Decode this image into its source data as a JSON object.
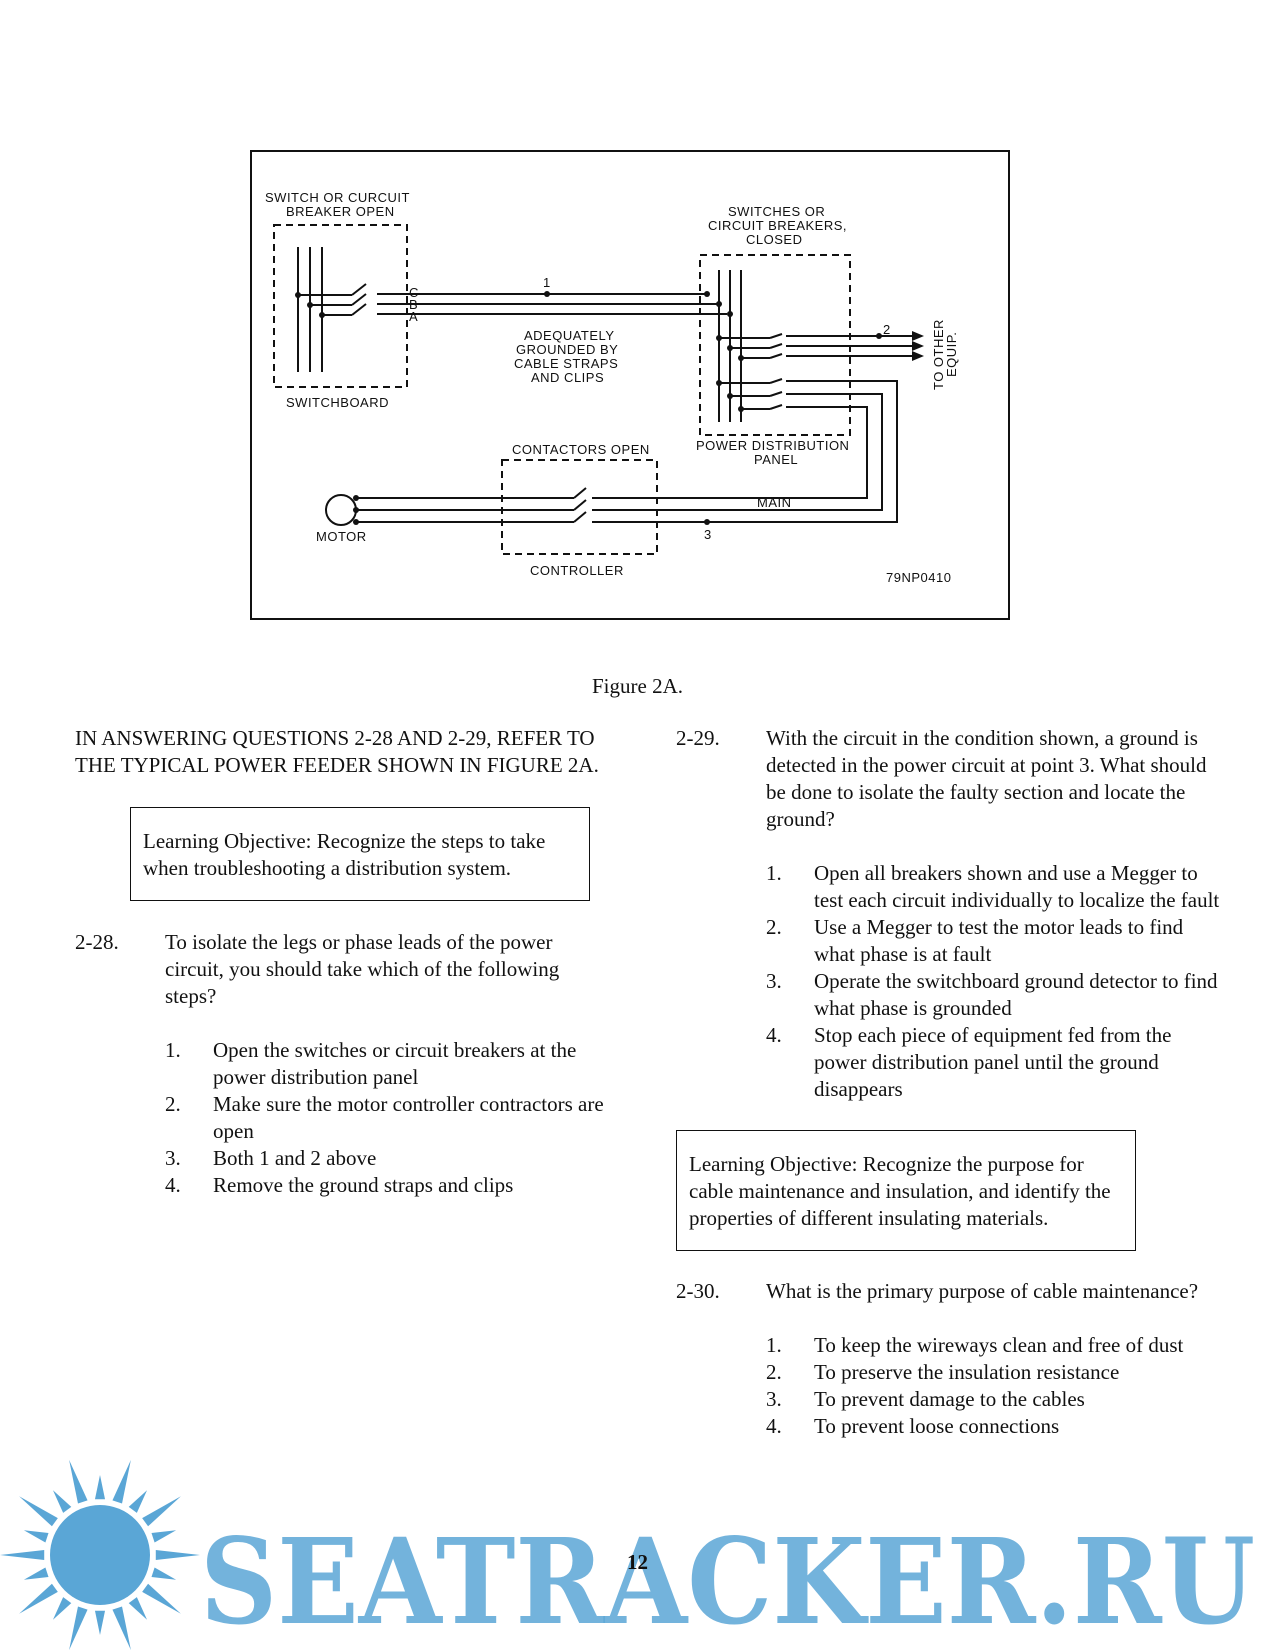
{
  "figure": {
    "label_switch_open_1": "SWITCH OR CURCUIT",
    "label_switch_open_2": "BREAKER OPEN",
    "label_switchboard": "SWITCHBOARD",
    "phase_c": "C",
    "phase_b": "B",
    "phase_a": "A",
    "point_1": "1",
    "point_2": "2",
    "point_3": "3",
    "grounded_1": "ADEQUATELY",
    "grounded_2": "GROUNDED BY",
    "grounded_3": "CABLE STRAPS",
    "grounded_4": "AND CLIPS",
    "switches_closed_1": "SWITCHES OR",
    "switches_closed_2": "CIRCUIT BREAKERS,",
    "switches_closed_3": "CLOSED",
    "to_other_1": "TO OTHER",
    "to_other_2": "EQUIP.",
    "pdp_1": "POWER DISTRIBUTION",
    "pdp_2": "PANEL",
    "contactors_open": "CONTACTORS OPEN",
    "main": "MAIN",
    "motor": "MOTOR",
    "controller": "CONTROLLER",
    "figure_id": "79NP0410"
  },
  "caption": "Figure 2A.",
  "intro": "IN ANSWERING QUESTIONS 2-28 AND 2-29, REFER TO THE TYPICAL POWER FEEDER SHOWN IN FIGURE 2A.",
  "objective_1": "Learning Objective:  Recognize the steps to take when troubleshooting a distribution system.",
  "q28": {
    "number": "2-28.",
    "text": "To isolate the legs or phase leads of the power circuit, you should take which of the following steps?",
    "options": [
      {
        "num": "1.",
        "text": "Open the switches or circuit breakers at the power distribution panel"
      },
      {
        "num": "2.",
        "text": "Make sure the motor controller contractors are open"
      },
      {
        "num": "3.",
        "text": "Both 1 and 2 above"
      },
      {
        "num": "4.",
        "text": "Remove the ground straps and clips"
      }
    ]
  },
  "q29": {
    "number": "2-29.",
    "text": "With the circuit in the condition shown, a ground is detected in the power circuit at point 3.  What should be done to isolate the faulty section and locate the ground?",
    "options": [
      {
        "num": "1.",
        "text": "Open all breakers shown and use a Megger to test each circuit individually to localize the fault"
      },
      {
        "num": "2.",
        "text": "Use a Megger to test the motor leads to find what phase is at fault"
      },
      {
        "num": "3.",
        "text": "Operate the switchboard ground detector to find what phase is grounded"
      },
      {
        "num": "4.",
        "text": "Stop each piece of equipment fed from the power distribution panel until the ground disappears"
      }
    ]
  },
  "objective_2": "Learning Objective:  Recognize the purpose for cable maintenance and insulation, and identify the properties of different insulating materials.",
  "q30": {
    "number": "2-30.",
    "text": "What is the primary purpose of cable maintenance?",
    "options": [
      {
        "num": "1.",
        "text": "To keep the wireways clean and free of dust"
      },
      {
        "num": "2.",
        "text": "To preserve the insulation resistance"
      },
      {
        "num": "3.",
        "text": "To prevent damage to the cables"
      },
      {
        "num": "4.",
        "text": "To prevent loose connections"
      }
    ]
  },
  "page_number": "12",
  "watermark": {
    "text": "SEATRACKER.RU",
    "color": "#5aa6d6"
  }
}
